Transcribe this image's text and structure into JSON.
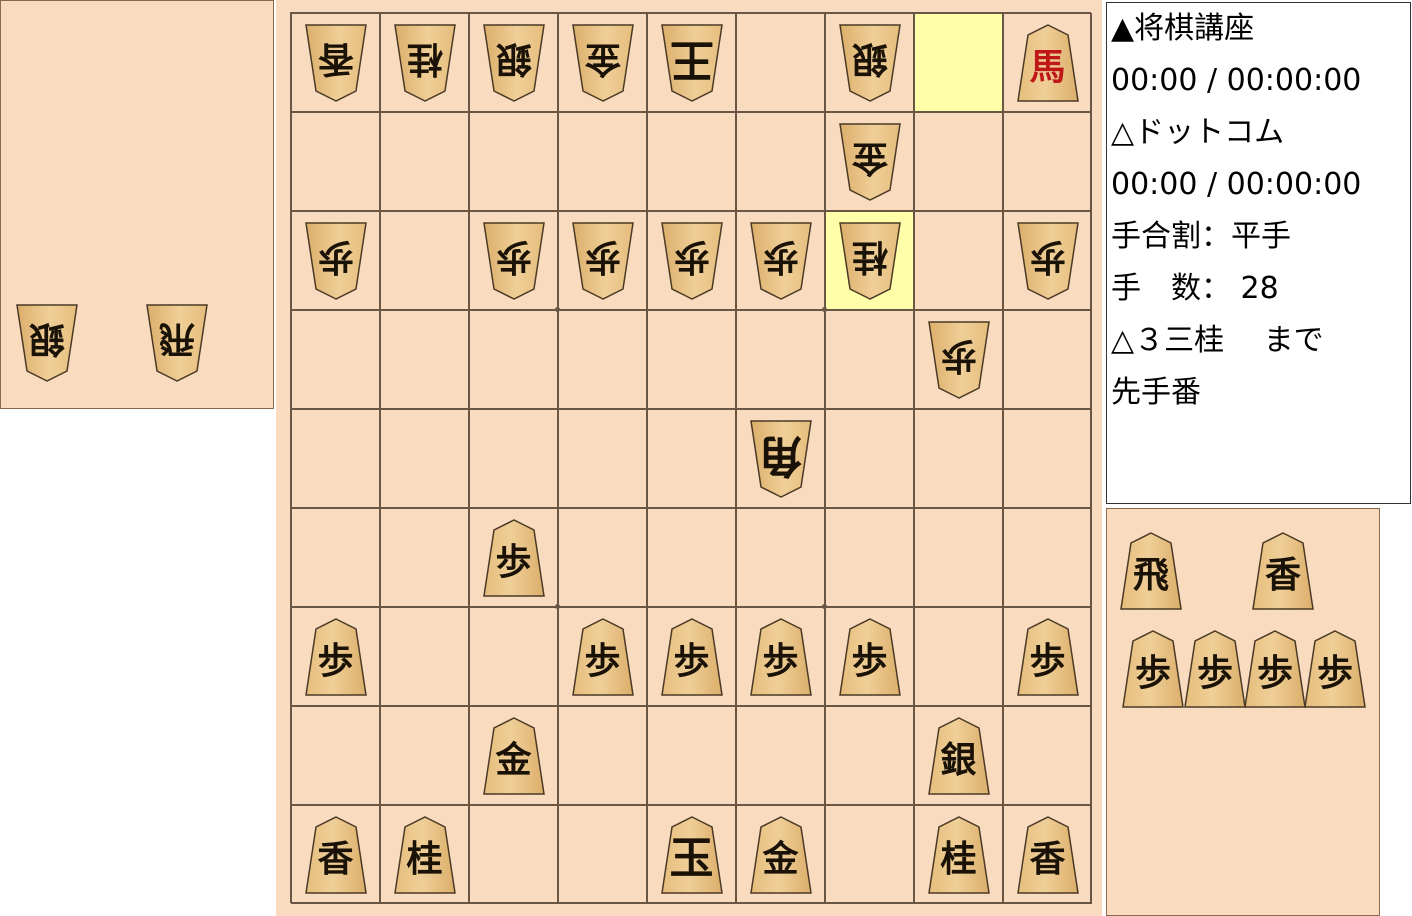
{
  "info": {
    "sente_name": "▲将棋講座",
    "sente_time": "00:00 / 00:00:00",
    "gote_name": "△ドットコム",
    "gote_time": "00:00 / 00:00:00",
    "handicap": "手合割：平手",
    "move_count": "手　数： 28",
    "last_move": "△３三桂　 まで",
    "turn": "先手番"
  },
  "board": {
    "highlight_cells": [
      [
        0,
        7
      ],
      [
        2,
        6
      ]
    ],
    "pieces": [
      {
        "r": 0,
        "c": 0,
        "ch": "香",
        "side": "gote"
      },
      {
        "r": 0,
        "c": 1,
        "ch": "桂",
        "side": "gote"
      },
      {
        "r": 0,
        "c": 2,
        "ch": "銀",
        "side": "gote"
      },
      {
        "r": 0,
        "c": 3,
        "ch": "金",
        "side": "gote"
      },
      {
        "r": 0,
        "c": 4,
        "ch": "王",
        "side": "gote",
        "big": true
      },
      {
        "r": 0,
        "c": 6,
        "ch": "銀",
        "side": "gote"
      },
      {
        "r": 0,
        "c": 8,
        "ch": "馬",
        "side": "sente",
        "promoted": true
      },
      {
        "r": 1,
        "c": 6,
        "ch": "金",
        "side": "gote"
      },
      {
        "r": 2,
        "c": 0,
        "ch": "歩",
        "side": "gote"
      },
      {
        "r": 2,
        "c": 2,
        "ch": "歩",
        "side": "gote"
      },
      {
        "r": 2,
        "c": 3,
        "ch": "歩",
        "side": "gote"
      },
      {
        "r": 2,
        "c": 4,
        "ch": "歩",
        "side": "gote"
      },
      {
        "r": 2,
        "c": 5,
        "ch": "歩",
        "side": "gote"
      },
      {
        "r": 2,
        "c": 6,
        "ch": "桂",
        "side": "gote"
      },
      {
        "r": 2,
        "c": 8,
        "ch": "歩",
        "side": "gote"
      },
      {
        "r": 3,
        "c": 7,
        "ch": "歩",
        "side": "gote"
      },
      {
        "r": 4,
        "c": 5,
        "ch": "角",
        "side": "gote",
        "big": true
      },
      {
        "r": 5,
        "c": 2,
        "ch": "歩",
        "side": "sente"
      },
      {
        "r": 6,
        "c": 0,
        "ch": "歩",
        "side": "sente"
      },
      {
        "r": 6,
        "c": 3,
        "ch": "歩",
        "side": "sente"
      },
      {
        "r": 6,
        "c": 4,
        "ch": "歩",
        "side": "sente"
      },
      {
        "r": 6,
        "c": 5,
        "ch": "歩",
        "side": "sente"
      },
      {
        "r": 6,
        "c": 6,
        "ch": "歩",
        "side": "sente"
      },
      {
        "r": 6,
        "c": 8,
        "ch": "歩",
        "side": "sente"
      },
      {
        "r": 7,
        "c": 2,
        "ch": "金",
        "side": "sente"
      },
      {
        "r": 7,
        "c": 7,
        "ch": "銀",
        "side": "sente"
      },
      {
        "r": 8,
        "c": 0,
        "ch": "香",
        "side": "sente"
      },
      {
        "r": 8,
        "c": 1,
        "ch": "桂",
        "side": "sente"
      },
      {
        "r": 8,
        "c": 4,
        "ch": "玉",
        "side": "sente",
        "big": true
      },
      {
        "r": 8,
        "c": 5,
        "ch": "金",
        "side": "sente"
      },
      {
        "r": 8,
        "c": 7,
        "ch": "桂",
        "side": "sente"
      },
      {
        "r": 8,
        "c": 8,
        "ch": "香",
        "side": "sente"
      }
    ]
  },
  "gote_hand": [
    {
      "ch": "銀"
    },
    {
      "ch": "飛"
    }
  ],
  "sente_hand": [
    {
      "ch": "飛"
    },
    {
      "ch": "香"
    },
    {
      "ch": "歩"
    },
    {
      "ch": "歩"
    },
    {
      "ch": "歩"
    },
    {
      "ch": "歩"
    }
  ],
  "colors": {
    "board": "#f9dcc0",
    "highlight": "#ffffaa",
    "grid": "#6a5644",
    "piece_wood": "#efcf98",
    "promoted_text": "#c01818"
  }
}
